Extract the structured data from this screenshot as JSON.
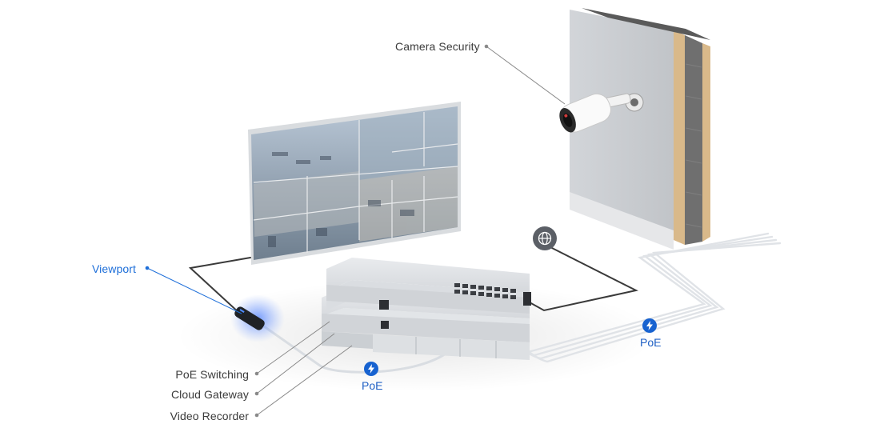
{
  "labels": {
    "camera": "Camera Security",
    "viewport": "Viewport",
    "poe_switching": "PoE Switching",
    "cloud_gateway": "Cloud Gateway",
    "video_recorder": "Video Recorder",
    "poe_left": "PoE",
    "poe_right": "PoE"
  },
  "icons": {
    "internet": "globe-icon",
    "poe": "lightning-bolt-icon"
  },
  "colors": {
    "accent_blue": "#1e6fd9",
    "poe_badge": "#1762d0",
    "label_text": "#3b3b3b"
  }
}
